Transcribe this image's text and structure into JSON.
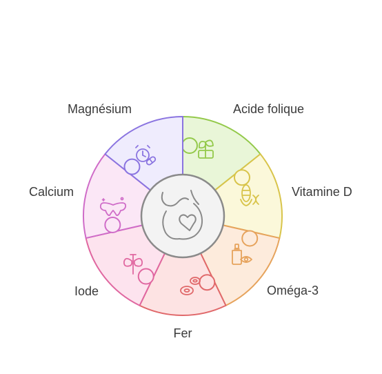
{
  "segments": [
    {
      "key": "acide-folique",
      "label": "Acide folique",
      "icon": "sprout-icon",
      "fill": "#e9f6d8",
      "stroke": "#93c94a"
    },
    {
      "key": "vitamine-d",
      "label": "Vitamine D",
      "icon": "corn-dna-icon",
      "fill": "#fbf8da",
      "stroke": "#d8c44a"
    },
    {
      "key": "omega-3",
      "label": "Oméga-3",
      "icon": "dropper-bottle-eye-icon",
      "fill": "#fdebdc",
      "stroke": "#e6a35c"
    },
    {
      "key": "fer",
      "label": "Fer",
      "icon": "blood-cells-icon",
      "fill": "#fde3e3",
      "stroke": "#e0686a"
    },
    {
      "key": "iode",
      "label": "Iode",
      "icon": "thyroid-icon",
      "fill": "#fde3ee",
      "stroke": "#e067a0"
    },
    {
      "key": "calcium",
      "label": "Calcium",
      "icon": "tooth-icon",
      "fill": "#fbe7f6",
      "stroke": "#cf6cc8"
    },
    {
      "key": "magnesium",
      "label": "Magnésium",
      "icon": "alarm-pill-icon",
      "fill": "#efecfd",
      "stroke": "#8a74e0"
    }
  ],
  "center": {
    "icon": "pregnant-belly-heart-icon",
    "fill": "#f3f3f3",
    "stroke": "#8a8a8a"
  }
}
